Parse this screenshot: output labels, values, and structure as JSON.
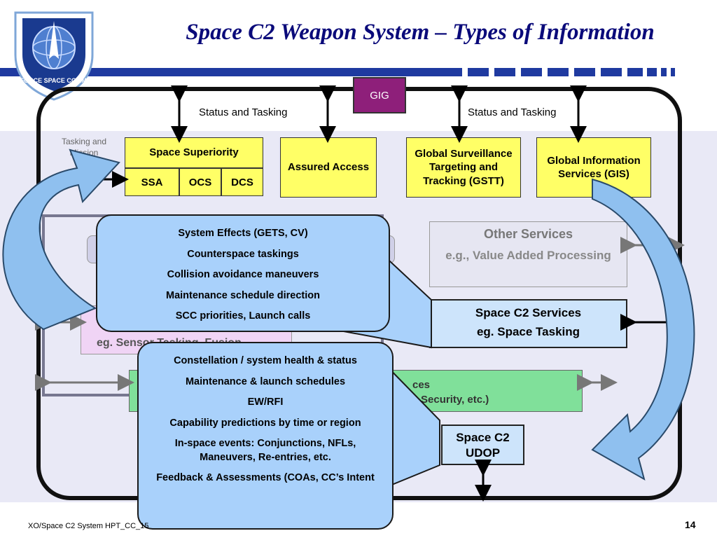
{
  "title": "Space C2 Weapon System – Types of Information",
  "logo": {
    "text": "AIR FORCE SPACE COMMAND",
    "icon": "afspc-shield-icon"
  },
  "gig": "GIG",
  "labels": {
    "status_left": "Status and Tasking",
    "status_right": "Status and Tasking",
    "tasking_partial": "Tasking and Mission"
  },
  "space_superiority": {
    "title": "Space Superiority",
    "cells": [
      "SSA",
      "OCS",
      "DCS"
    ]
  },
  "boxes": {
    "assured_access": "Assured Access",
    "gstt": "Global Surveillance Targeting and Tracking (GSTT)",
    "gis": "Global Information Services (GIS)"
  },
  "other_services": {
    "title": "Other Services",
    "subtitle": "e.g., Value Added Processing"
  },
  "c2_services": {
    "title": "Space C2 Services",
    "subtitle": "eg. Space Tasking"
  },
  "udop": "Space C2 UDOP",
  "partial": {
    "sensor": "eg. Sensor Tasking, Fusion",
    "green_a": "ces",
    "green_b": "Security, etc.)"
  },
  "callout_top": [
    "System Effects (GETS, CV)",
    "Counterspace taskings",
    "Collision avoidance maneuvers",
    "Maintenance schedule direction",
    "SCC priorities, Launch calls"
  ],
  "callout_bottom": [
    "Constellation / system health & status",
    "Maintenance & launch schedules",
    "EW/RFI",
    "Capability predictions by time or region",
    "In-space events:  Conjunctions, NFLs, Maneuvers, Re-entries, etc.",
    "Feedback & Assessments (COAs, CC’s Intent"
  ],
  "footer": "XO/Space C2 System HPT_CC_15",
  "page": "14"
}
